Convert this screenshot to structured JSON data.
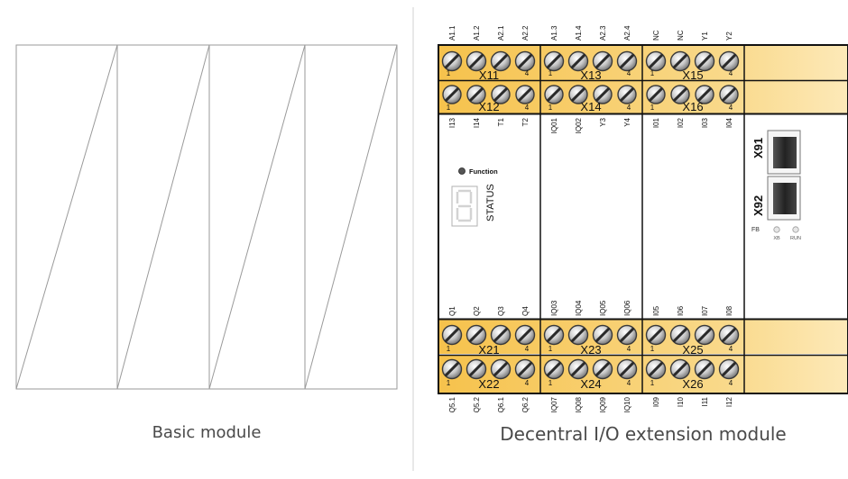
{
  "basic_module": {
    "caption": "Basic module"
  },
  "extension_module": {
    "caption": "Decentral I/O extension module",
    "top_labels": [
      [
        "A1.1",
        "A1.2",
        "A2.1",
        "A2.2"
      ],
      [
        "A1.3",
        "A1.4",
        "A2.3",
        "A2.4"
      ],
      [
        "NC",
        "NC",
        "Y1",
        "Y2"
      ]
    ],
    "top_blocks_row1": [
      "X11",
      "X13",
      "X15"
    ],
    "top_blocks_row2": [
      "X12",
      "X14",
      "X16"
    ],
    "upper_inner_labels": [
      [
        "I13",
        "I14",
        "T1",
        "T2"
      ],
      [
        "IQ01",
        "IQ02",
        "Y3",
        "Y4"
      ],
      [
        "I01",
        "I02",
        "I03",
        "I04"
      ]
    ],
    "lower_inner_labels": [
      [
        "Q1",
        "Q2",
        "Q3",
        "Q4"
      ],
      [
        "IQ03",
        "IQ04",
        "IQ05",
        "IQ06"
      ],
      [
        "I05",
        "I06",
        "I07",
        "I08"
      ]
    ],
    "bottom_blocks_row1": [
      "X21",
      "X23",
      "X25"
    ],
    "bottom_blocks_row2": [
      "X22",
      "X24",
      "X26"
    ],
    "bottom_labels": [
      [
        "Q5.1",
        "Q5.2",
        "Q6.1",
        "Q6.2"
      ],
      [
        "IQ07",
        "IQ08",
        "IQ09",
        "IQ10"
      ],
      [
        "I09",
        "I10",
        "I11",
        "I12"
      ]
    ],
    "pin_first": "1",
    "pin_last": "4",
    "function_label": "Function",
    "status_label": "STATUS",
    "port_labels": [
      "X91",
      "X92"
    ],
    "fb_label": "FB",
    "led_labels": [
      "XB",
      "RUN"
    ]
  }
}
